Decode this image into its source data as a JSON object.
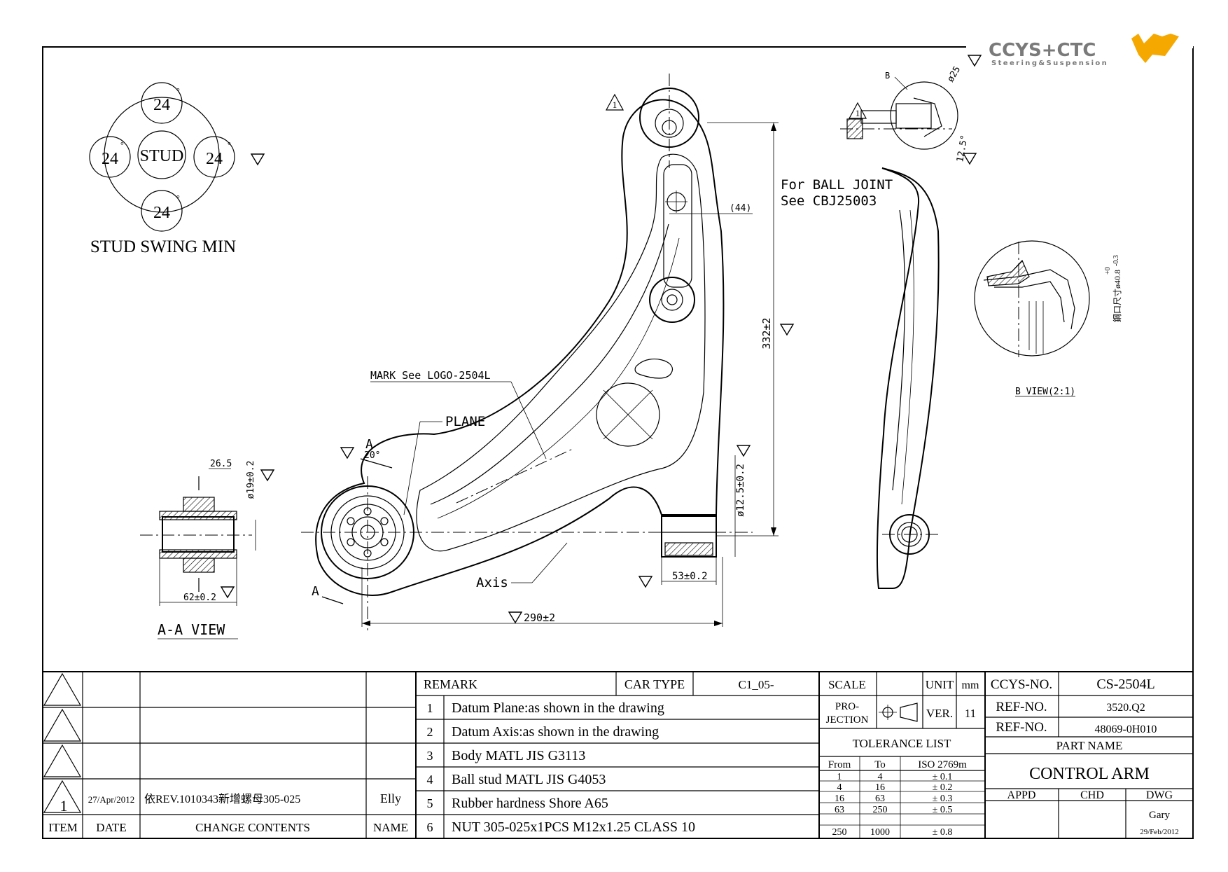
{
  "logo": {
    "name": "CCYS+CTC",
    "tagline": "Steering&Suspension",
    "brand_color": "#7a7a7a",
    "accent_color": "#f5a800"
  },
  "stud_swing": {
    "center_label": "STUD",
    "top": "24",
    "left": "24",
    "right": "24",
    "bottom": "24",
    "degree_mark": "°",
    "caption": "STUD SWING MIN"
  },
  "main_view": {
    "dims": {
      "width_44": "(44)",
      "height_332": "332±2",
      "dia_12_5": "ø12.5±0.2",
      "d_53": "53±0.2",
      "d_290": "290±2",
      "angle_20": "20°"
    },
    "labels": {
      "mark": "MARK See LOGO-2504L",
      "plane": "PLANE",
      "axis": "Axis",
      "section_a": "A",
      "section_a2": "A",
      "delta_revision": "1"
    }
  },
  "side_view": {
    "labels": {
      "ball_joint_line1": "For BALL JOINT",
      "ball_joint_line2": "See CBJ25003",
      "detail_b": "B",
      "dia_25": "ø25",
      "angle_12_5": "12.5°",
      "delta_revision": "1"
    }
  },
  "b_view": {
    "caption": "B VIEW(2:1)",
    "dim": "鋼口尺寸ø40.8",
    "tol_upper": "+0",
    "tol_lower": "-0.3"
  },
  "aa_view": {
    "caption": "A-A VIEW",
    "dim_26_5": "26.5",
    "dim_19": "ø19±0.2",
    "dim_62": "62±0.2"
  },
  "revision_table": {
    "rows": [
      {
        "item": "",
        "date": "",
        "contents": "",
        "name": ""
      },
      {
        "item": "",
        "date": "",
        "contents": "",
        "name": ""
      },
      {
        "item": "",
        "date": "",
        "contents": "",
        "name": ""
      },
      {
        "item": "1",
        "date": "27/Apr/2012",
        "contents": "依REV.1010343新增螺母305-025",
        "name": "Elly"
      }
    ],
    "headers": {
      "item": "ITEM",
      "date": "DATE",
      "contents": "CHANGE CONTENTS",
      "name": "NAME"
    }
  },
  "remarks": {
    "title": "REMARK",
    "car_type_label": "CAR TYPE",
    "car_type_value": "C1_05-",
    "items": [
      {
        "no": "1",
        "text": "Datum Plane:as shown in the drawing"
      },
      {
        "no": "2",
        "text": "Datum Axis:as shown in the drawing"
      },
      {
        "no": "3",
        "text": "Body MATL JIS G3113"
      },
      {
        "no": "4",
        "text": "Ball stud MATL JIS G4053"
      },
      {
        "no": "5",
        "text": "Rubber hardness Shore A65"
      },
      {
        "no": "6",
        "text": "NUT 305-025x1PCS M12x1.25 CLASS 10"
      }
    ]
  },
  "title_block": {
    "scale_label": "SCALE",
    "scale_value": "",
    "unit_label": "UNIT",
    "unit_value": "mm",
    "projection_label_1": "PRO-",
    "projection_label_2": "JECTION",
    "ver_label": "VER.",
    "ver_value": "11",
    "ccys_no_label": "CCYS-NO.",
    "ccys_no_value": "CS-2504L",
    "ref_no_label_1": "REF-NO.",
    "ref_no_value_1": "3520.Q2",
    "ref_no_label_2": "REF-NO.",
    "ref_no_value_2": "48069-0H010",
    "part_name_label": "PART NAME",
    "part_name_value": "CONTROL ARM",
    "appd": "APPD",
    "chd": "CHD",
    "dwg": "DWG",
    "drawn_by": "Gary",
    "drawn_date": "29/Feb/2012"
  },
  "tolerance": {
    "title": "TOLERANCE LIST",
    "headers": [
      "From",
      "To",
      "ISO 2769m"
    ],
    "rows": [
      [
        "1",
        "4",
        "± 0.1"
      ],
      [
        "4",
        "16",
        "± 0.2"
      ],
      [
        "16",
        "63",
        "± 0.3"
      ],
      [
        "63",
        "250",
        "± 0.5"
      ],
      [
        "250",
        "1000",
        "± 0.8"
      ]
    ]
  }
}
